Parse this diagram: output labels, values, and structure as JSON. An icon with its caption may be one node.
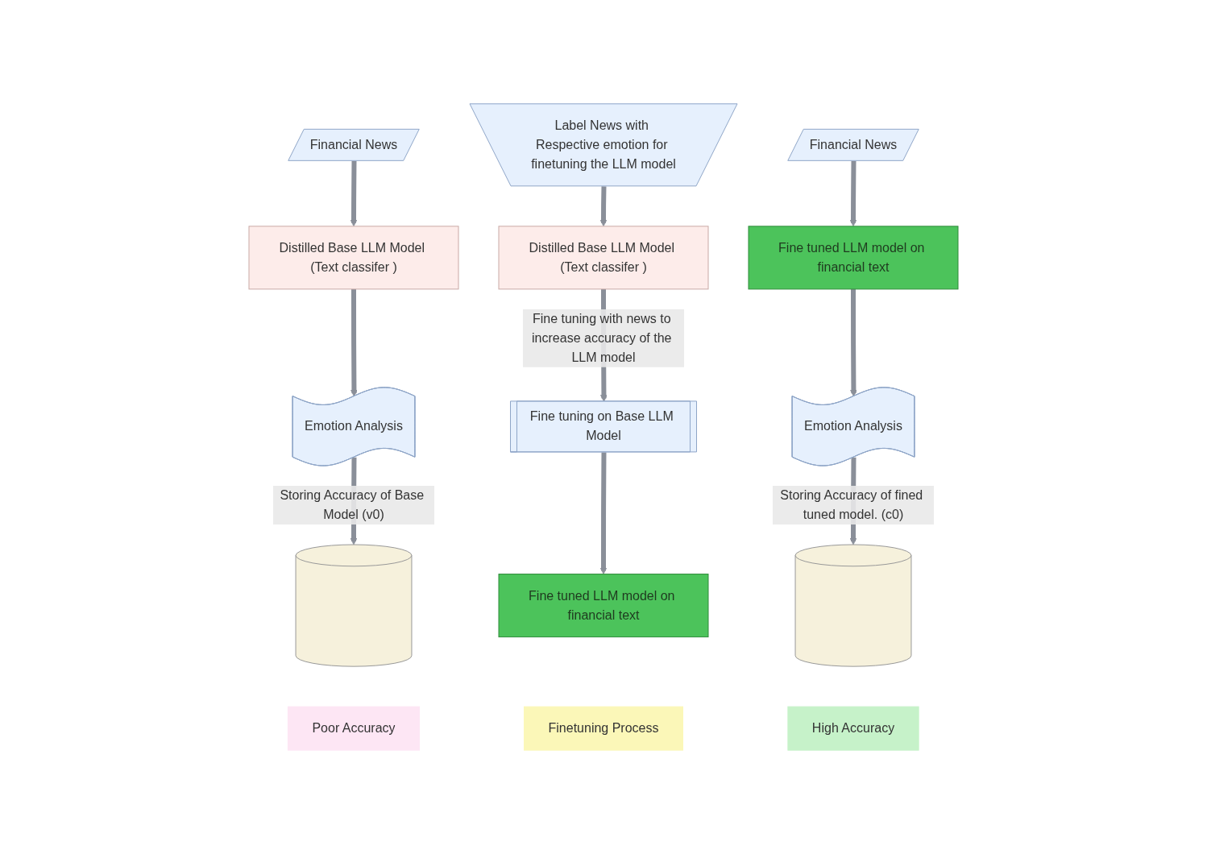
{
  "diagram": {
    "nodes": [
      {
        "text": [
          "Financial News"
        ]
      },
      {
        "text": [
          "Distilled Base LLM Model (Text classifer )"
        ]
      },
      {
        "text": [
          "Emotion Analysis"
        ]
      },
      {
        "text": [],
        "shape": "cylinder"
      },
      {
        "text": [
          "Label News with Respective emotion for finetuning the LLM model"
        ]
      },
      {
        "text": [
          "Distilled Base LLM Model (Text classifer )"
        ]
      },
      {
        "text": [
          "Fine tuning on Base LLM Model"
        ]
      },
      {
        "text": [
          "Fine tuned LLM model on financial text"
        ]
      },
      {
        "text": [
          "Financial News"
        ]
      },
      {
        "text": [
          "Fine tuned LLM model on financial text"
        ]
      },
      {
        "text": [
          "Emotion Analysis"
        ]
      },
      {
        "text": [],
        "shape": "cylinder"
      },
      {
        "text": [
          "Poor Accuracy"
        ]
      },
      {
        "text": [
          "Finetuning Process"
        ]
      },
      {
        "text": [
          "High Accuracy"
        ]
      }
    ],
    "edges": [
      {
        "from": 0,
        "to": 1,
        "arrow": "to"
      },
      {
        "from": 1,
        "to": 2,
        "arrow": "to"
      },
      {
        "from": 2,
        "to": 3,
        "arrow": "to",
        "label": "Storing Accuracy of Base Model (v0)"
      },
      {
        "from": 4,
        "to": 5,
        "arrow": "to"
      },
      {
        "from": 5,
        "to": 6,
        "arrow": "to",
        "label": "Fine tuning with news to increase accuracy of the LLM model"
      },
      {
        "from": 6,
        "to": 7,
        "arrow": "to"
      },
      {
        "from": 8,
        "to": 9,
        "arrow": "to"
      },
      {
        "from": 9,
        "to": 10,
        "arrow": "to"
      },
      {
        "from": 10,
        "to": 11,
        "arrow": "to",
        "label": "Storing Accuracy of fined tuned model. (c0)"
      }
    ]
  }
}
